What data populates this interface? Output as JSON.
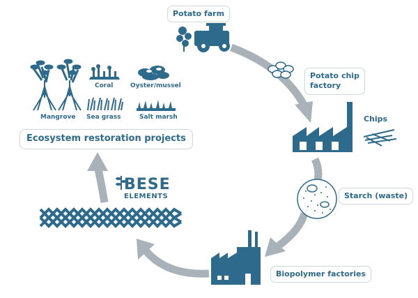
{
  "labels": {
    "potato_farm": "Potato farm",
    "chip_factory": "Potato chip\nfactory",
    "chips": "Chips",
    "starch": "Starch (waste)",
    "biopolymer": "Biopolymer factories",
    "ecosystem": "Ecosystem restoration projects"
  },
  "habitats": {
    "mangrove": "Mangrove",
    "coral": "Coral",
    "oyster": "Oyster/mussel",
    "seagrass": "Sea grass",
    "saltmarsh": "Salt marsh"
  },
  "brand": {
    "line1": "BESE",
    "line2": "ELEMENTS"
  },
  "icons": [
    "tractor-icon",
    "potatoes-icon",
    "factory-icon",
    "chips-icon",
    "starch-icon",
    "biopolymer-factory-icon",
    "lattice-icon",
    "mangrove-icon",
    "coral-icon",
    "oyster-icon",
    "seagrass-icon",
    "saltmarsh-icon"
  ],
  "colors": {
    "primary": "#2d6a8c",
    "arrow": "#a9b2b9",
    "border": "#cfd6dc"
  }
}
